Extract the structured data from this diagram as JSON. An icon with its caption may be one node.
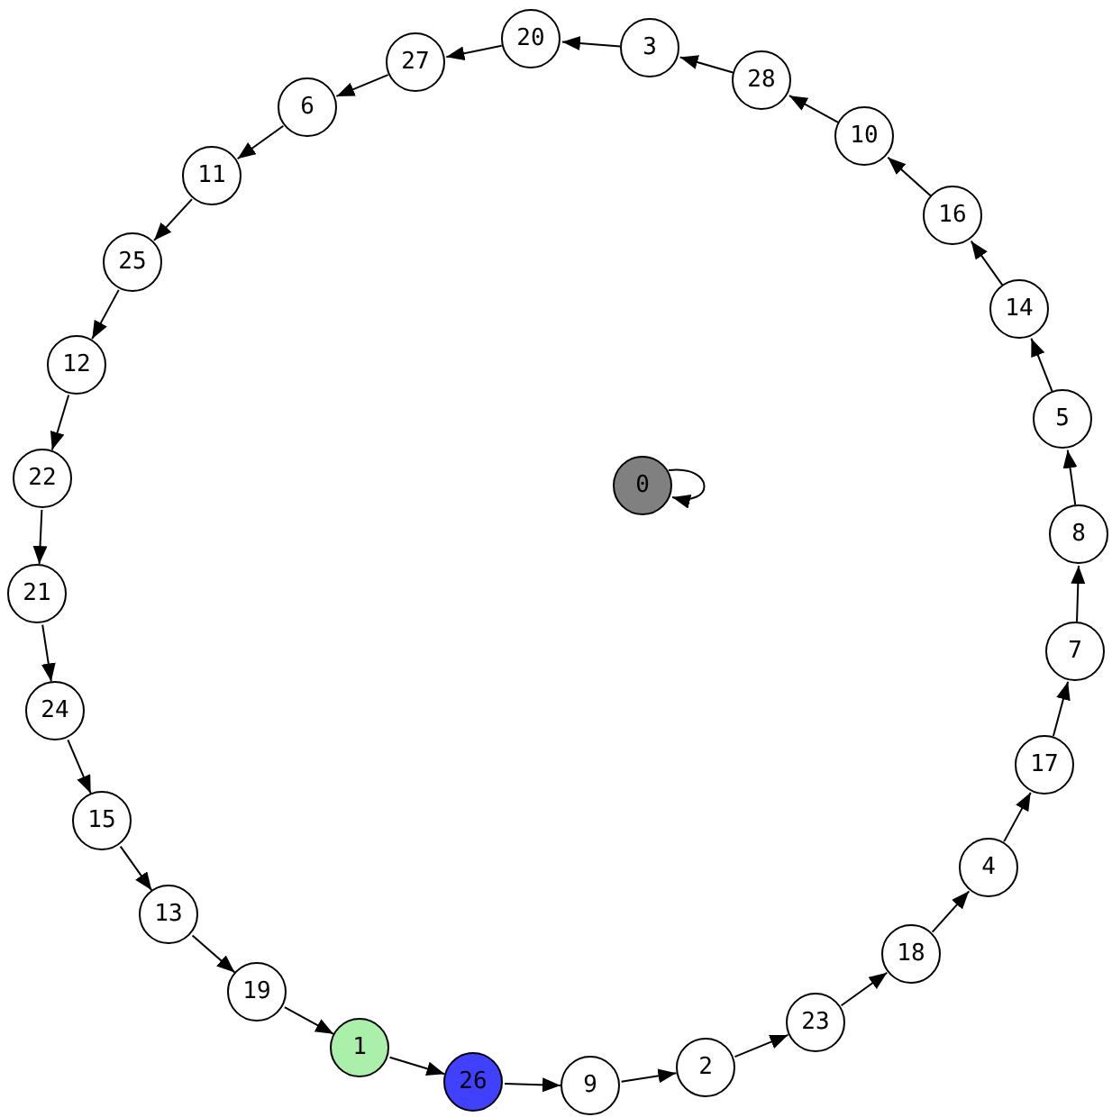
{
  "diagram": {
    "nodes": [
      {
        "text": [
          "0"
        ]
      },
      {
        "text": [
          "1"
        ]
      },
      {
        "text": [
          "2"
        ]
      },
      {
        "text": [
          "3"
        ]
      },
      {
        "text": [
          "4"
        ]
      },
      {
        "text": [
          "5"
        ]
      },
      {
        "text": [
          "6"
        ]
      },
      {
        "text": [
          "7"
        ]
      },
      {
        "text": [
          "8"
        ]
      },
      {
        "text": [
          "9"
        ]
      },
      {
        "text": [
          "10"
        ]
      },
      {
        "text": [
          "11"
        ]
      },
      {
        "text": [
          "12"
        ]
      },
      {
        "text": [
          "13"
        ]
      },
      {
        "text": [
          "14"
        ]
      },
      {
        "text": [
          "15"
        ]
      },
      {
        "text": [
          "16"
        ]
      },
      {
        "text": [
          "17"
        ]
      },
      {
        "text": [
          "18"
        ]
      },
      {
        "text": [
          "19"
        ]
      },
      {
        "text": [
          "20"
        ]
      },
      {
        "text": [
          "21"
        ]
      },
      {
        "text": [
          "22"
        ]
      },
      {
        "text": [
          "23"
        ]
      },
      {
        "text": [
          "24"
        ]
      },
      {
        "text": [
          "25"
        ]
      },
      {
        "text": [
          "26"
        ]
      },
      {
        "text": [
          "27"
        ]
      },
      {
        "text": [
          "28"
        ]
      }
    ],
    "edges": [
      {
        "from": 0,
        "to": 0,
        "arrow": "to"
      },
      {
        "from": 1,
        "to": 26,
        "arrow": "to"
      },
      {
        "from": 26,
        "to": 9,
        "arrow": "to"
      },
      {
        "from": 9,
        "to": 2,
        "arrow": "to"
      },
      {
        "from": 2,
        "to": 23,
        "arrow": "to"
      },
      {
        "from": 23,
        "to": 18,
        "arrow": "to"
      },
      {
        "from": 18,
        "to": 4,
        "arrow": "to"
      },
      {
        "from": 4,
        "to": 17,
        "arrow": "to"
      },
      {
        "from": 17,
        "to": 7,
        "arrow": "to"
      },
      {
        "from": 7,
        "to": 8,
        "arrow": "to"
      },
      {
        "from": 8,
        "to": 5,
        "arrow": "to"
      },
      {
        "from": 5,
        "to": 14,
        "arrow": "to"
      },
      {
        "from": 14,
        "to": 16,
        "arrow": "to"
      },
      {
        "from": 16,
        "to": 10,
        "arrow": "to"
      },
      {
        "from": 10,
        "to": 28,
        "arrow": "to"
      },
      {
        "from": 28,
        "to": 3,
        "arrow": "to"
      },
      {
        "from": 3,
        "to": 20,
        "arrow": "to"
      },
      {
        "from": 20,
        "to": 27,
        "arrow": "to"
      },
      {
        "from": 27,
        "to": 6,
        "arrow": "to"
      },
      {
        "from": 6,
        "to": 11,
        "arrow": "to"
      },
      {
        "from": 11,
        "to": 25,
        "arrow": "to"
      },
      {
        "from": 25,
        "to": 12,
        "arrow": "to"
      },
      {
        "from": 12,
        "to": 22,
        "arrow": "to"
      },
      {
        "from": 22,
        "to": 21,
        "arrow": "to"
      },
      {
        "from": 21,
        "to": 24,
        "arrow": "to"
      },
      {
        "from": 24,
        "to": 15,
        "arrow": "to"
      },
      {
        "from": 15,
        "to": 13,
        "arrow": "to"
      },
      {
        "from": 13,
        "to": 19,
        "arrow": "to"
      },
      {
        "from": 19,
        "to": 1,
        "arrow": "to"
      }
    ]
  }
}
